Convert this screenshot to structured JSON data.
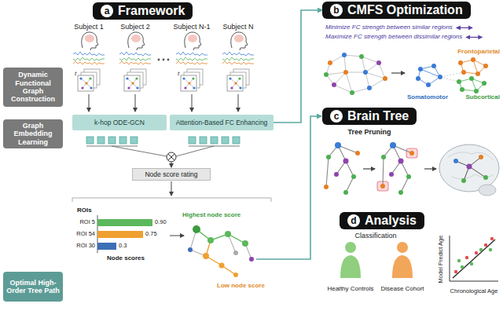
{
  "diagram": {
    "nodes": [
      {
        "text": [
          "a",
          "Framework"
        ]
      },
      {
        "text": [
          "Dynamic Functional Graph Construction"
        ]
      },
      {
        "text": [
          "Graph Embedding Learning"
        ]
      },
      {
        "text": [
          "Optimal High-Order Tree Path"
        ]
      },
      {
        "text": [
          "k-hop ODE-GCN"
        ]
      },
      {
        "text": [
          "Attention-Based FC Enhancing"
        ]
      },
      {
        "text": [
          "Node score rating"
        ]
      },
      {
        "text": [
          "b",
          "CMFS Optimization"
        ]
      },
      {
        "text": [
          "c",
          "Brain Tree"
        ]
      },
      {
        "text": [
          "d",
          "Analysis"
        ]
      }
    ],
    "edges": [
      {
        "from": 5,
        "to": 7,
        "arrow": "to"
      }
    ],
    "labels": [
      "Subject 1",
      "Subject 2",
      "Subject N-1",
      "Subject N",
      "t",
      "t",
      "ROIs",
      "ROI 5",
      "ROI 54",
      "ROI 30",
      "0.90",
      "0.75",
      "0.3",
      "Node scores",
      "Highest node score",
      "Low node score",
      "Minimize FC strength between similar regions",
      "Maximize FC strength between dissimilar regions",
      "Somatomotor",
      "Frontoparietal",
      "Subcortical",
      "Tree Pruning",
      "Classification",
      "Healthy Controls",
      "Disease Cohort",
      "Model Predict Age",
      "Chronological Age"
    ]
  }
}
